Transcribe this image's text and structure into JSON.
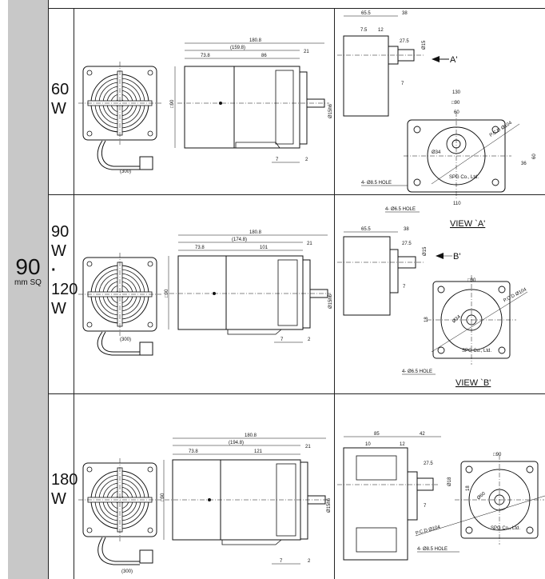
{
  "frame": {
    "size_big": "90",
    "size_unit": "mm SQ"
  },
  "rows": [
    {
      "watt_lines": [
        "60",
        "W"
      ],
      "overall": "180.8",
      "sub": "(159.8)",
      "a": "73.8",
      "b": "86",
      "c": "21",
      "h": "□90",
      "shaft": "Ø15h6",
      "bot1": "7",
      "bot2": "2",
      "cable": "(300)"
    },
    {
      "watt_lines": [
        "90",
        "W",
        "·",
        "120",
        "W"
      ],
      "overall": "180.8",
      "sub": "(174.8)",
      "a": "73.8",
      "b": "101",
      "c": "21",
      "h": "□90",
      "shaft": "Ø15h6",
      "bot1": "7",
      "bot2": "2",
      "cable": "(300)"
    },
    {
      "watt_lines": [
        "180",
        "W"
      ],
      "overall": "180.8",
      "sub": "(194.8)",
      "a": "73.8",
      "b": "121",
      "c": "21",
      "h": "□90",
      "shaft": "Ø15h6",
      "bot1": "7",
      "bot2": "2",
      "cable": "(300)"
    }
  ],
  "side_views": [
    {
      "d1": "65.5",
      "d2": "38",
      "d3": "7.5",
      "d4": "12",
      "d5": "27.5",
      "d6": "Ø15",
      "d7": "7",
      "view_marker": "A'",
      "flange_w": "130",
      "flange_sq": "□90",
      "flange_in": "60",
      "pcd": "P.C.D Ø104",
      "hole1": "4- Ø8.5 HOLE",
      "hole2": "4- Ø6.5 HOLE",
      "bottom": "110",
      "side_a": "36",
      "side_b": "60",
      "center": "Ø34",
      "view_title": "VIEW `A'"
    },
    {
      "d1": "65.5",
      "d2": "38",
      "d5": "27.5",
      "d6": "Ø15",
      "d7": "7",
      "view_marker": "B'",
      "flange_sq": "□90",
      "pcd": "P.C.D Ø104",
      "hole": "4- Ø6.5 HOLE",
      "center": "Ø34",
      "side": "18",
      "view_title": "VIEW `B'"
    },
    {
      "d1": "85",
      "d2": "42",
      "d3": "10",
      "d4": "12",
      "d5": "27.5",
      "d6": "Ø18",
      "d7": "7",
      "flange_sq": "□90",
      "pcd": "P.C.D Ø104",
      "hole": "4- Ø8.5 HOLE",
      "center": "Ø60",
      "side": "18"
    }
  ],
  "brand_mark": "SPG Co., Ltd."
}
